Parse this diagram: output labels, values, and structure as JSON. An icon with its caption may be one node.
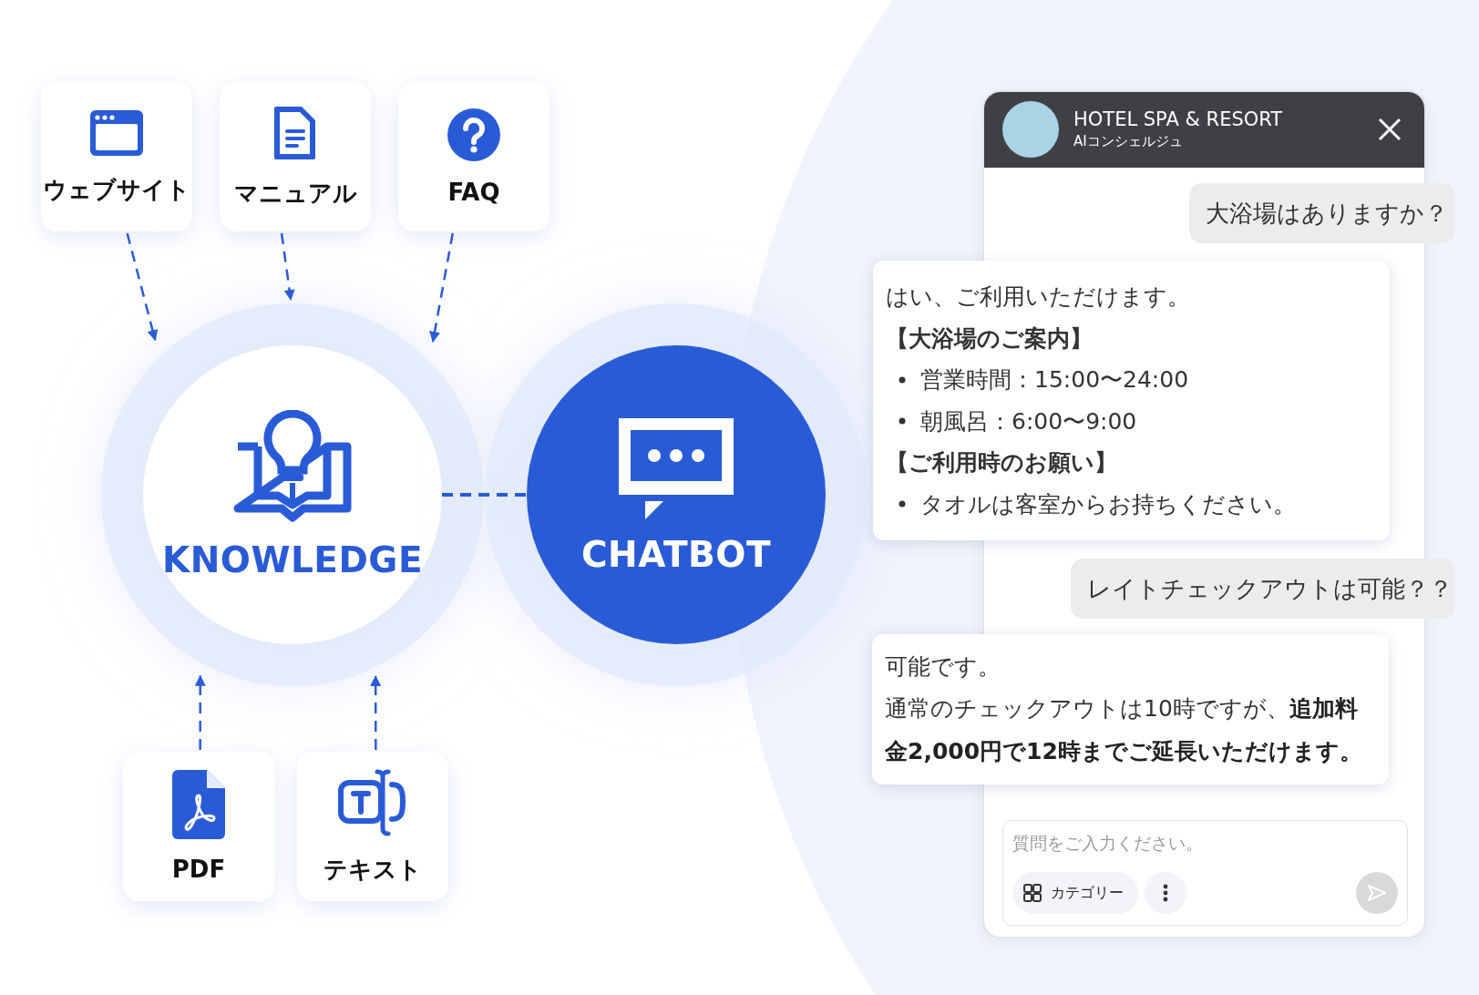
{
  "diagram": {
    "nodes": [
      {
        "text": [
          "ウェブサイト"
        ]
      },
      {
        "text": [
          "マニュアル"
        ]
      },
      {
        "text": [
          "FAQ"
        ]
      },
      {
        "text": [
          "KNOWLEDGE"
        ]
      },
      {
        "text": [
          "CHATBOT"
        ]
      },
      {
        "text": [
          "PDF"
        ]
      },
      {
        "text": [
          "テキスト"
        ]
      },
      {
        "text": [
          "HOTEL SPA & RESORT",
          "AIコンシェルジュ"
        ]
      },
      {
        "text": [
          "大浴場はありますか？"
        ]
      },
      {
        "text": [
          "はい、ご利用いただけます。",
          "【大浴場のご案内】",
          "営業時間：15:00〜24:00",
          "朝風呂：6:00〜9:00",
          "【ご利用時のお願い】",
          "タオルは客室からお持ちください。"
        ]
      },
      {
        "text": [
          "レイトチェックアウトは可能？？"
        ]
      },
      {
        "text": [
          "可能です。",
          "通常のチェックアウトは10時ですが、**追加料金2,000円で12時までご延長いただけます。**"
        ]
      }
    ],
    "edges": [
      {
        "from": 0,
        "to": 3,
        "arrow": "to",
        "style": "dashed"
      },
      {
        "from": 1,
        "to": 3,
        "arrow": "to",
        "style": "dashed"
      },
      {
        "from": 2,
        "to": 3,
        "arrow": "to",
        "style": "dashed"
      },
      {
        "from": 3,
        "to": 4,
        "arrow": "none",
        "style": "dashed"
      },
      {
        "from": 5,
        "to": 3,
        "arrow": "to",
        "style": "dashed"
      },
      {
        "from": 6,
        "to": 3,
        "arrow": "to",
        "style": "dashed"
      }
    ],
    "labels": [
      "質問をご入力ください。",
      "カテゴリー"
    ]
  }
}
